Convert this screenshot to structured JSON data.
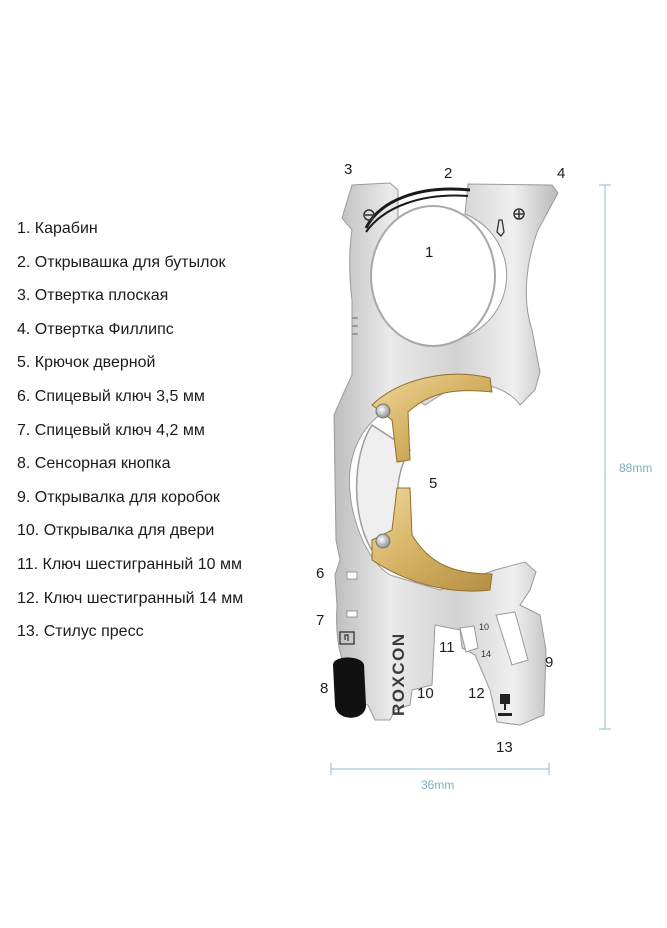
{
  "legend": [
    "1. Карабин",
    "2. Открывашка для бутылок",
    "3. Отвертка плоская",
    "4. Отвертка Филлипс",
    "5. Крючок дверной",
    "6. Спицевый ключ 3,5 мм",
    "7. Спицевый ключ 4,2 мм",
    "8. Сенсорная кнопка",
    "9. Открывалка для коробок",
    "10. Открывалка для двери",
    "11. Ключ шестигранный 10 мм",
    "12. Ключ шестигранный 14 мм",
    "13. Стилус пресс"
  ],
  "callouts": {
    "c1": "1",
    "c2": "2",
    "c3": "3",
    "c4": "4",
    "c5": "5",
    "c6": "6",
    "c7": "7",
    "c8": "8",
    "c9": "9",
    "c10": "10",
    "c11": "11",
    "c12": "12",
    "c13": "13"
  },
  "engraved": {
    "hex10": "10",
    "hex14": "14"
  },
  "brand": "ROXCON",
  "dimensions": {
    "height": "88mm",
    "width": "36mm"
  },
  "colors": {
    "steel": "#d9d9d9",
    "brass": "#d6b46a",
    "dimension": "#7bb0c8",
    "stylus": "#111111"
  }
}
